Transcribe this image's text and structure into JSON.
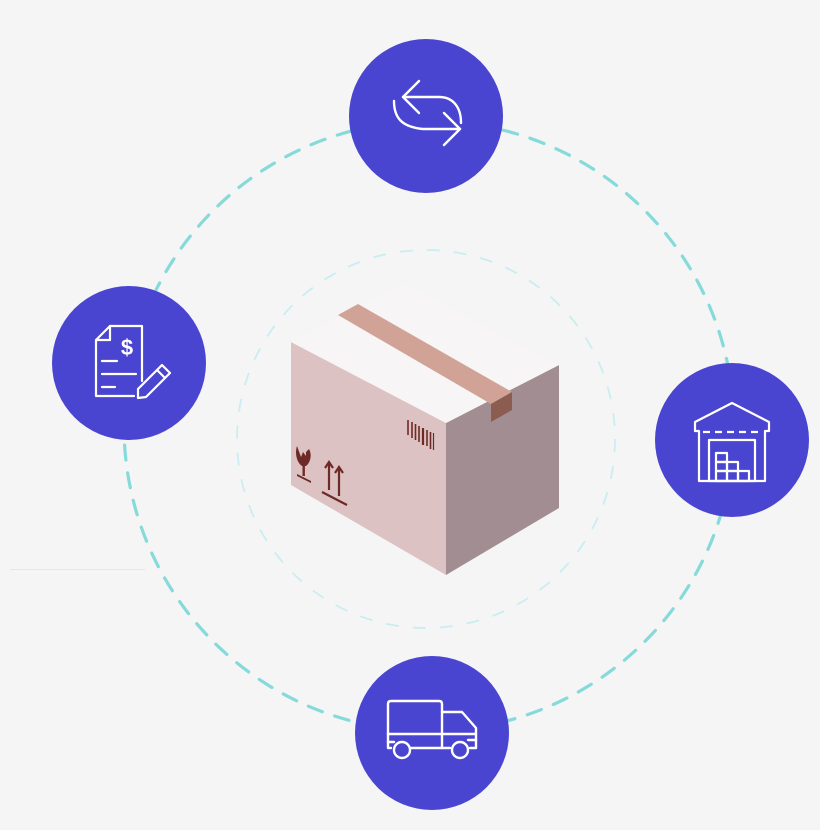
{
  "colors": {
    "background": "#f5f5f5",
    "node_fill": "#4a45d0",
    "icon_stroke": "#ffffff",
    "outer_ring": "#86dada",
    "inner_ring": "#c9eef1",
    "box_front": "#dcc2c2",
    "box_side": "#a28e92",
    "box_top": "#f7f5f5",
    "tape_top": "#d1a396",
    "tape_flap": "#8c5c50",
    "print_marks": "#6e2a26",
    "divider": "#e6e6e6"
  },
  "illustration": {
    "center_object": {
      "label": "Shipping box",
      "icon": "package-box-icon"
    },
    "nodes": [
      {
        "id": "top",
        "label": "Returns / exchange",
        "icon": "refresh-arrows-icon"
      },
      {
        "id": "left",
        "label": "Invoice / billing",
        "icon": "invoice-dollar-pencil-icon"
      },
      {
        "id": "right",
        "label": "Warehouse",
        "icon": "warehouse-icon"
      },
      {
        "id": "bottom",
        "label": "Delivery truck",
        "icon": "delivery-truck-icon"
      }
    ],
    "box_marks": {
      "fragile": "fragile-glass-icon",
      "this_side_up": "this-side-up-arrows-icon",
      "barcode": "barcode-icon"
    }
  }
}
